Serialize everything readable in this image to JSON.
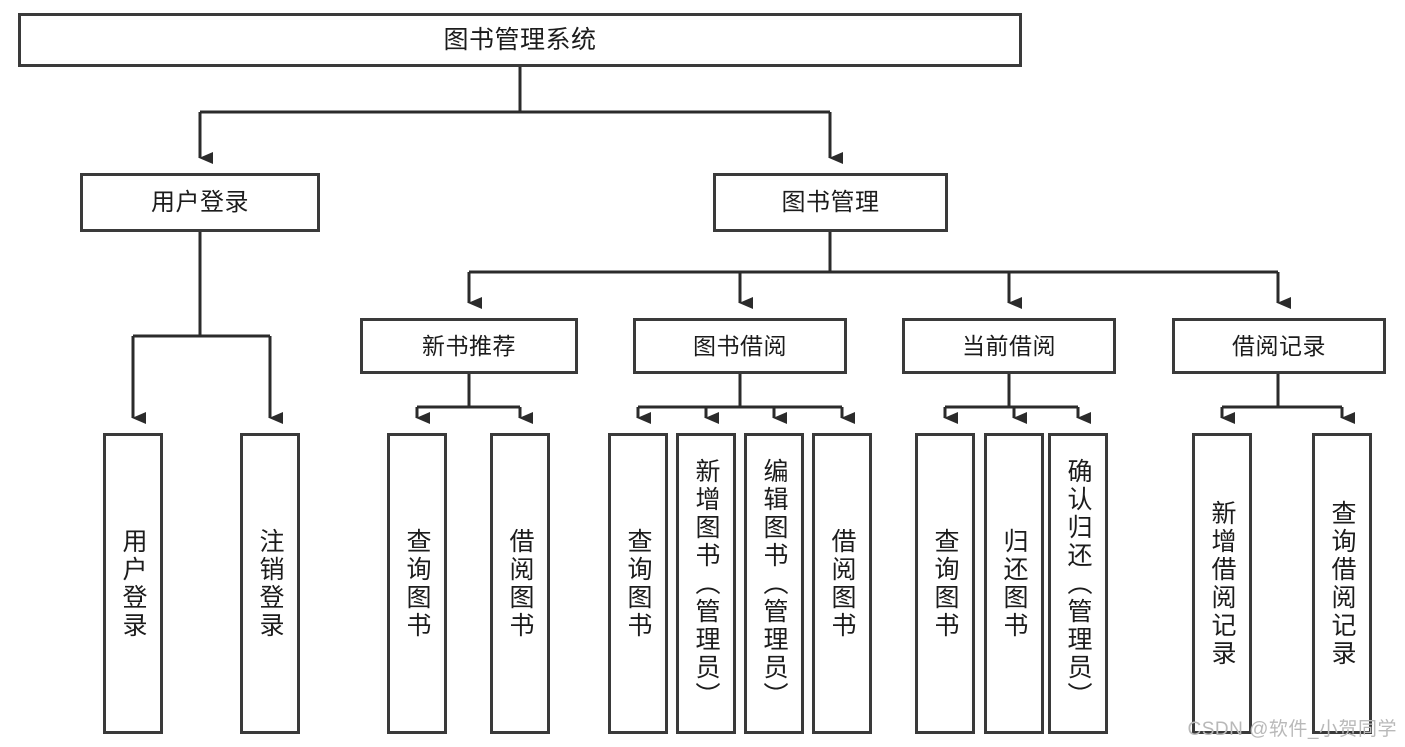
{
  "diagram": {
    "title": "图书管理系统",
    "type": "tree-hierarchy",
    "stroke_color": "#3a3a3a",
    "background_color": "#ffffff",
    "text_color": "#1c1c1c"
  },
  "nodes": {
    "root": {
      "label": "图书管理系统"
    },
    "level2": [
      {
        "label": "用户登录"
      },
      {
        "label": "图书管理"
      }
    ],
    "level3": [
      {
        "label": "新书推荐"
      },
      {
        "label": "图书借阅"
      },
      {
        "label": "当前借阅"
      },
      {
        "label": "借阅记录"
      }
    ],
    "leaves": {
      "user_login": [
        {
          "label": "用户登录"
        },
        {
          "label": "注销登录"
        }
      ],
      "new_book": [
        {
          "label": "查询图书"
        },
        {
          "label": "借阅图书"
        }
      ],
      "book_borrow": [
        {
          "label": "查询图书"
        },
        {
          "label": "新增图书（管理员）"
        },
        {
          "label": "编辑图书（管理员）"
        },
        {
          "label": "借阅图书"
        }
      ],
      "current_borrow": [
        {
          "label": "查询图书"
        },
        {
          "label": "归还图书"
        },
        {
          "label": "确认归还（管理员）"
        }
      ],
      "borrow_record": [
        {
          "label": "新增借阅记录"
        },
        {
          "label": "查询借阅记录"
        }
      ]
    }
  },
  "watermark": {
    "text": "CSDN @软件_小贺同学"
  }
}
